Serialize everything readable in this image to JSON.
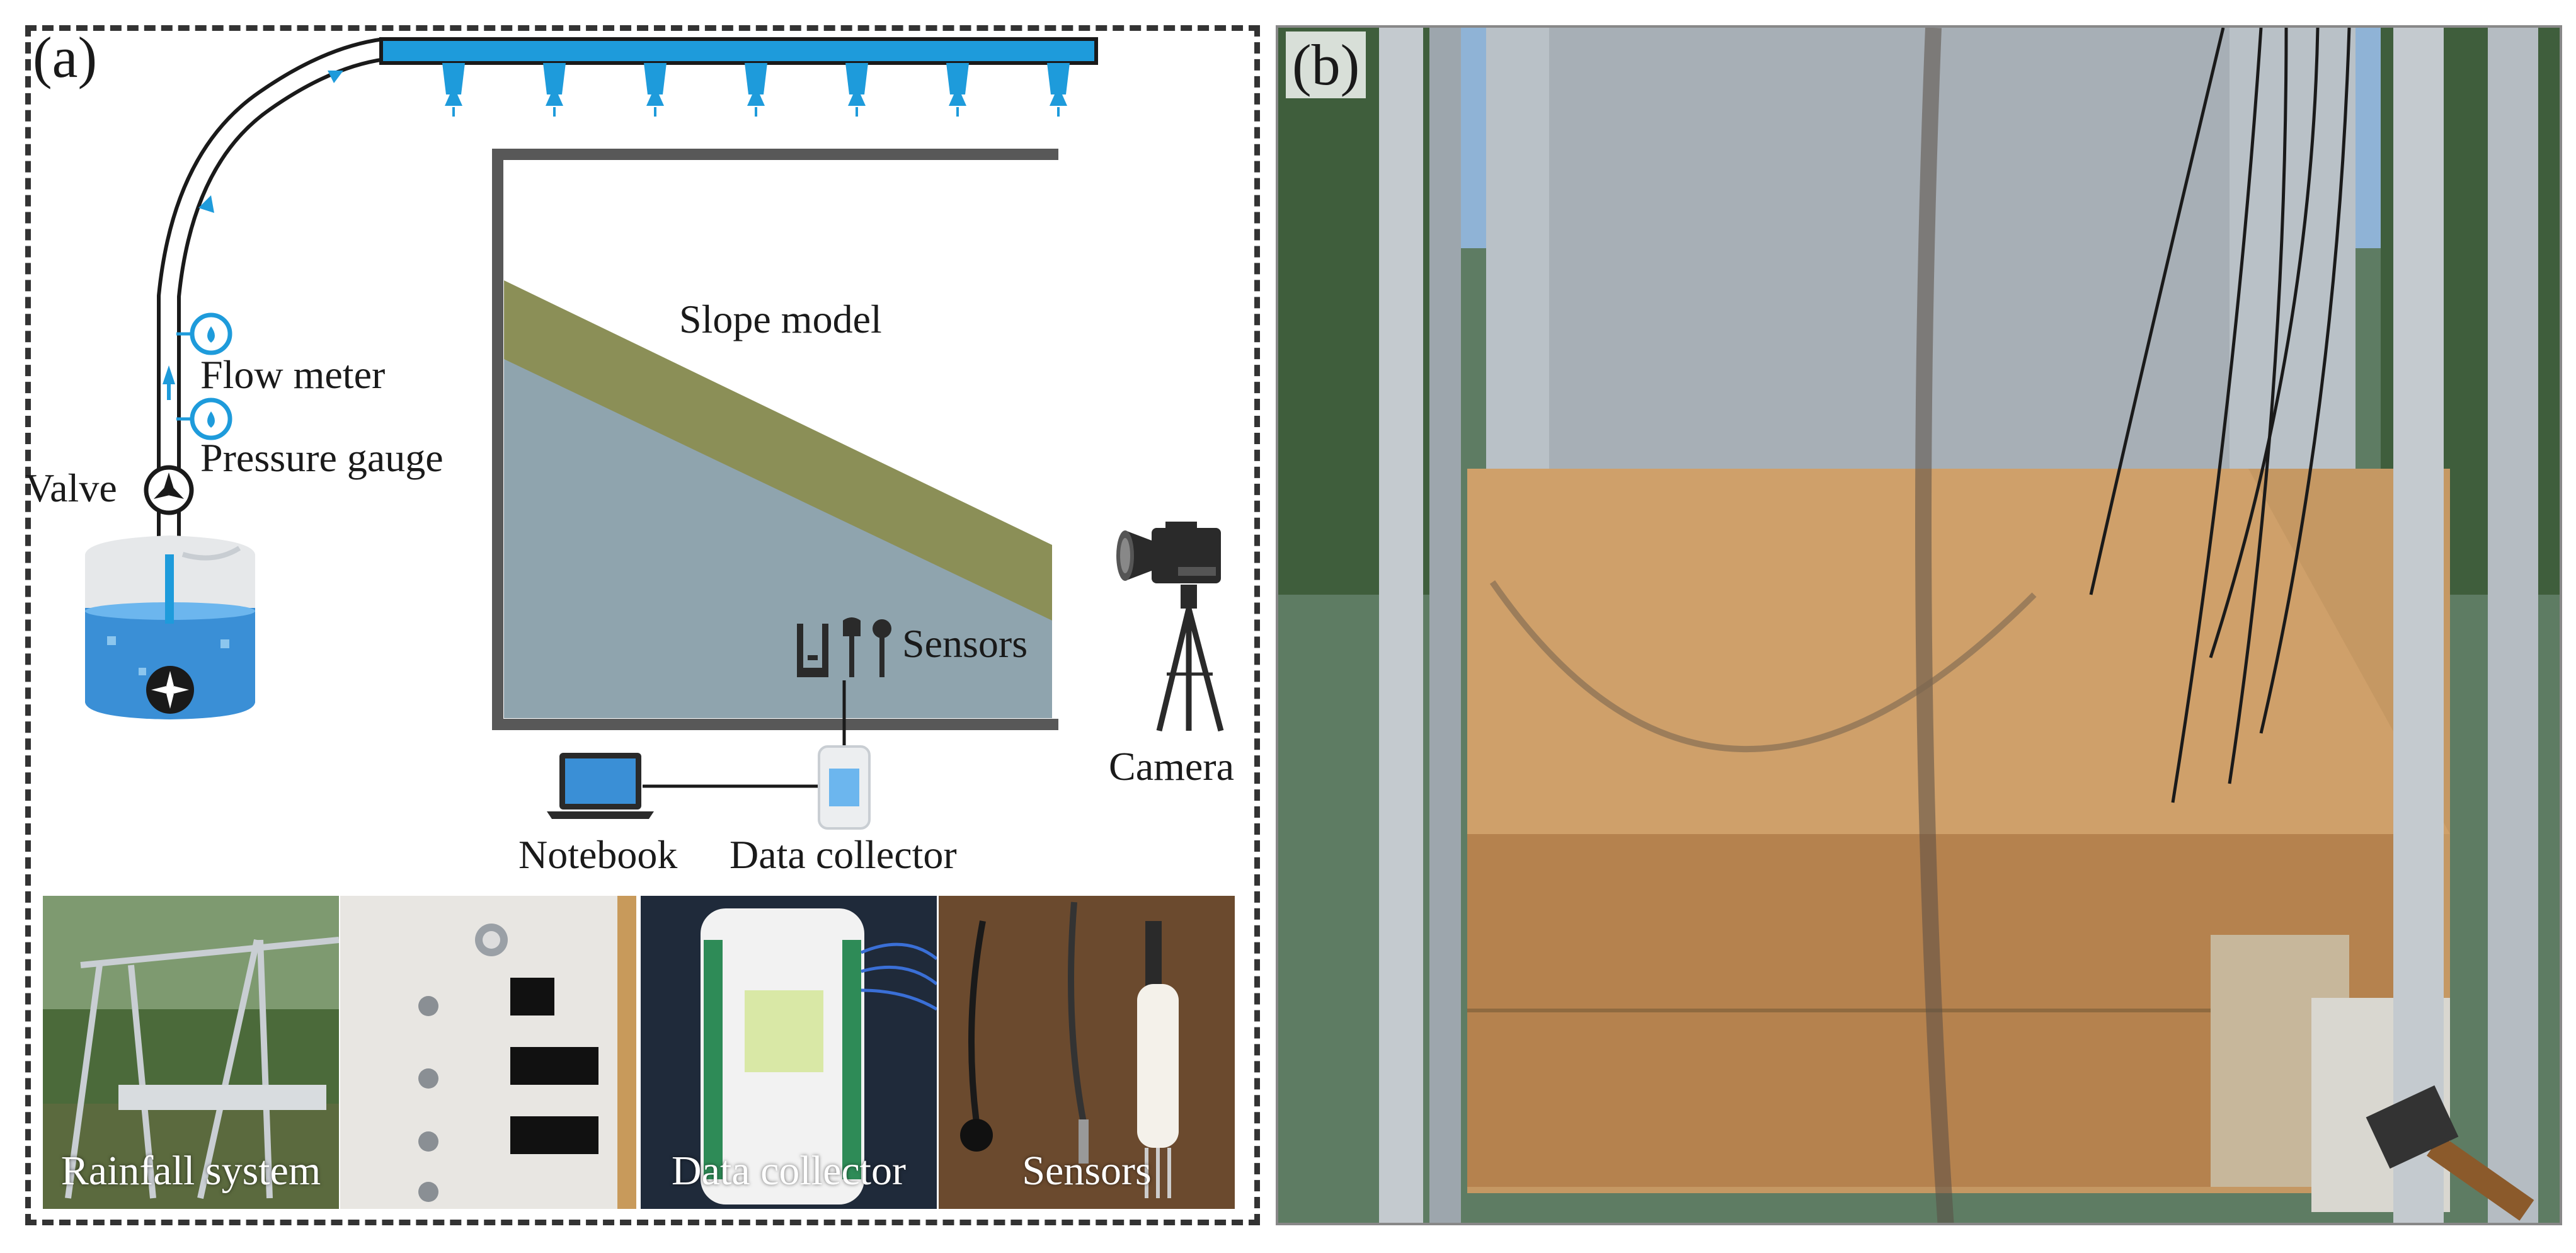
{
  "panel_a": {
    "letter": "(a)",
    "labels": {
      "flow_meter": "Flow meter",
      "pressure_gauge": "Pressure gauge",
      "valve": "Valve",
      "slope_model": "Slope model",
      "sensors": "Sensors",
      "camera": "Camera",
      "notebook": "Notebook",
      "data_collector": "Data collector"
    },
    "photos": [
      {
        "caption": "Rainfall system"
      },
      {
        "caption": "Data collector"
      },
      {
        "caption": "Sensors"
      }
    ]
  },
  "panel_b": {
    "letter": "(b)"
  },
  "colors": {
    "water_blue": "#1E9BDB",
    "slope_fill": "#8FA4AE",
    "topsoil": "#8B8F57",
    "frame": "#585858",
    "dashed_border": "#333333"
  }
}
